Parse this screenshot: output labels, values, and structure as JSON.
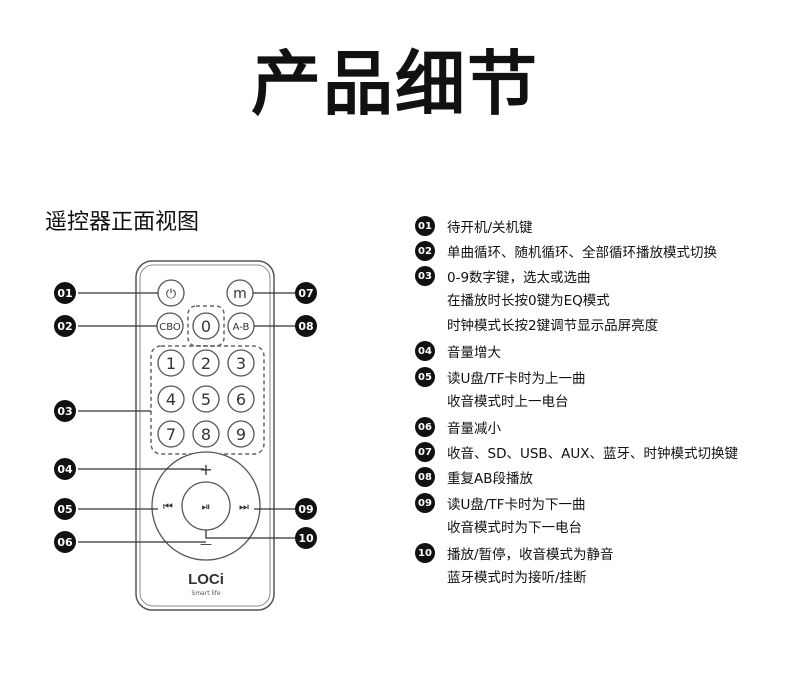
{
  "title": "产品细节",
  "subtitle": "遥控器正面视图",
  "remote": {
    "power_symbol": "⏻",
    "m_label": "m",
    "cbo_label": "CBO",
    "zero_label": "0",
    "ab_label": "A-B",
    "digits": [
      "1",
      "2",
      "3",
      "4",
      "5",
      "6",
      "7",
      "8",
      "9"
    ],
    "plus_label": "+",
    "minus_label": "—",
    "prev_label": "⏮",
    "play_label": "⏯",
    "next_label": "⏭",
    "logo_text": "LOCi",
    "logo_sub": "Smart life"
  },
  "callouts": [
    "01",
    "02",
    "03",
    "04",
    "05",
    "06",
    "07",
    "08",
    "09",
    "10"
  ],
  "legend": [
    {
      "num": "01",
      "lines": [
        "待开机/关机键"
      ]
    },
    {
      "num": "02",
      "lines": [
        "单曲循环、随机循环、全部循环播放模式切换"
      ]
    },
    {
      "num": "03",
      "lines": [
        "0-9数字键，选太或选曲",
        "在播放时长按0键为EQ模式",
        "时钟模式长按2键调节显示品屏亮度"
      ]
    },
    {
      "num": "04",
      "lines": [
        "音量增大"
      ]
    },
    {
      "num": "05",
      "lines": [
        "读U盘/TF卡时为上一曲",
        "收音模式时上一电台"
      ]
    },
    {
      "num": "06",
      "lines": [
        "音量减小"
      ]
    },
    {
      "num": "07",
      "lines": [
        "收音、SD、USB、AUX、蓝牙、时钟模式切换键"
      ]
    },
    {
      "num": "08",
      "lines": [
        "重复AB段播放"
      ]
    },
    {
      "num": "09",
      "lines": [
        "读U盘/TF卡时为下一曲",
        "收音模式时为下一电台"
      ]
    },
    {
      "num": "10",
      "lines": [
        "播放/暂停，收音模式为静音",
        "蓝牙模式时为接听/挂断"
      ]
    }
  ]
}
